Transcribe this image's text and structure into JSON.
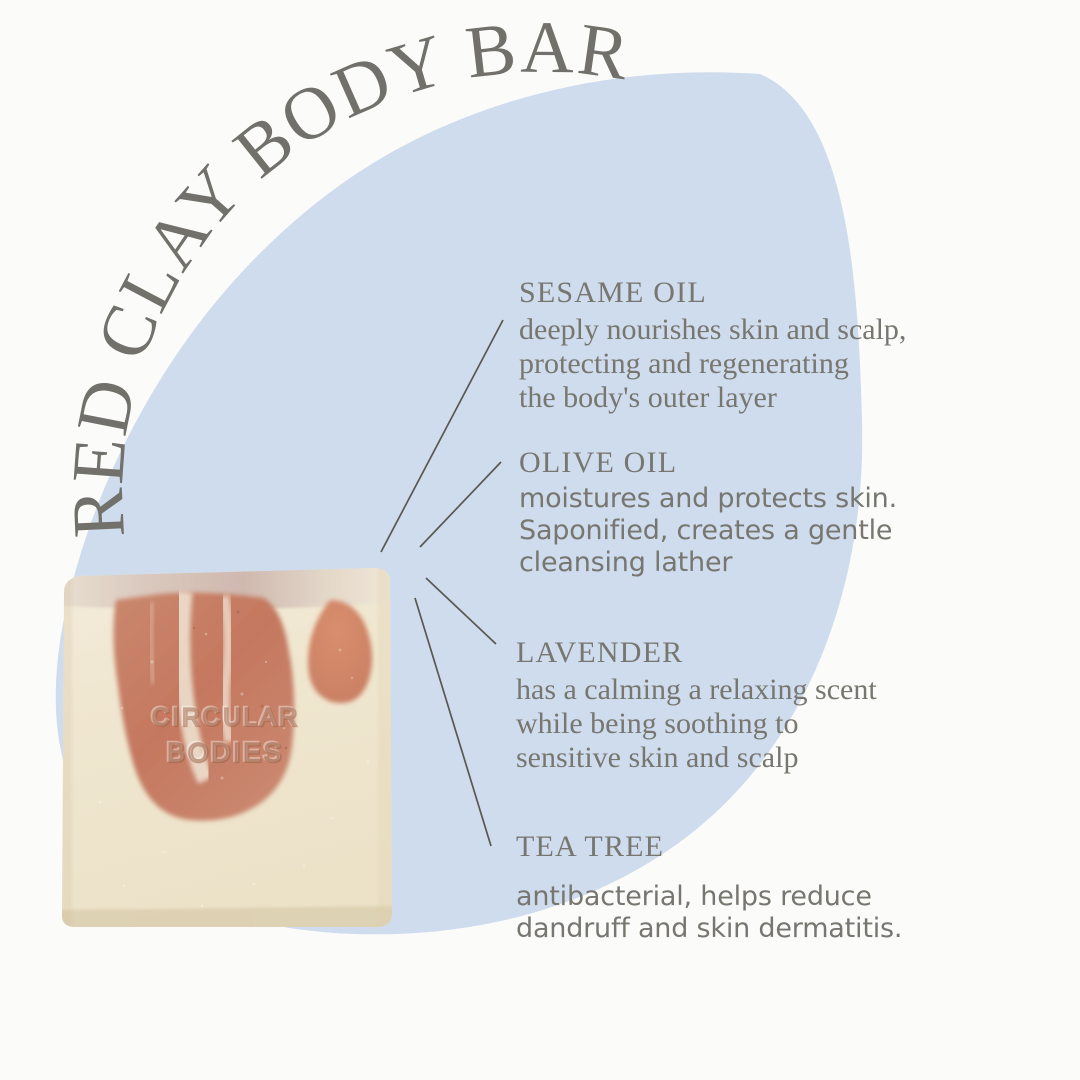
{
  "colors": {
    "background": "#fbfbfa",
    "blob_blue": "#cfdcee",
    "text_gray": "#77766f",
    "title_gray": "#71706a",
    "line_gray": "#595851",
    "soap_cream": "#efe6cf",
    "soap_clay": "#c87e63"
  },
  "title": {
    "text": "RED CLAY BODY BAR"
  },
  "product": {
    "stamp_line_1": "CIRCULAR",
    "stamp_line_2": "BODIES",
    "alt": "red clay body bar soap"
  },
  "ingredients": [
    {
      "id": "sesame",
      "name": "SESAME OIL",
      "description": "deeply nourishes skin and scalp,\nprotecting and regenerating\nthe body's outer layer",
      "body_style": "serif"
    },
    {
      "id": "olive",
      "name": "OLIVE OIL",
      "description": "moistures and protects skin.\nSaponified, creates a gentle\ncleansing lather",
      "body_style": "sans"
    },
    {
      "id": "lavender",
      "name": "LAVENDER",
      "description": "has a calming a relaxing scent\nwhile being soothing to\nsensitive skin and scalp",
      "body_style": "serif"
    },
    {
      "id": "teatree",
      "name": "TEA TREE",
      "description": "antibacterial, helps reduce\ndandruff and skin dermatitis.",
      "body_style": "sans"
    }
  ]
}
